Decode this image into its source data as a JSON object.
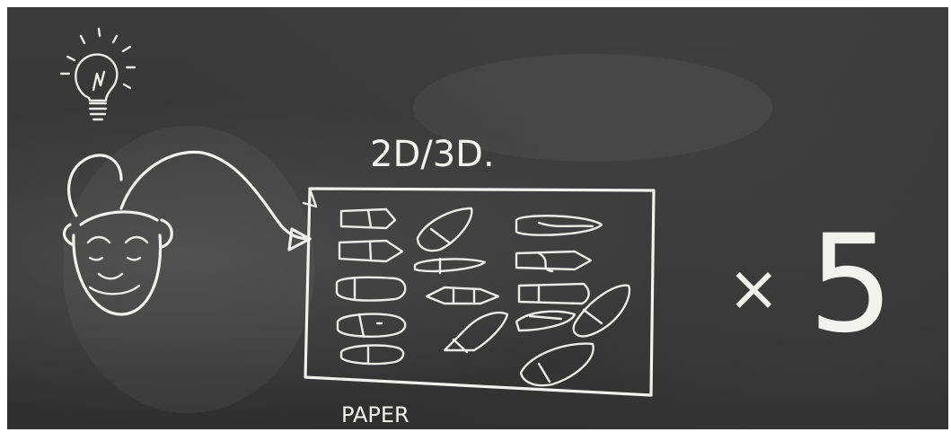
{
  "labels": {
    "dimension_text": "2D/3D.",
    "multiplier_x": "×",
    "multiplier_n": "5",
    "paper_label": "PAPER"
  },
  "colors": {
    "chalkboard": "#353535",
    "chalk": "#f1f1ee"
  },
  "icons": [
    "lightbulb-icon",
    "person-head",
    "arrow",
    "pen-sketches"
  ]
}
